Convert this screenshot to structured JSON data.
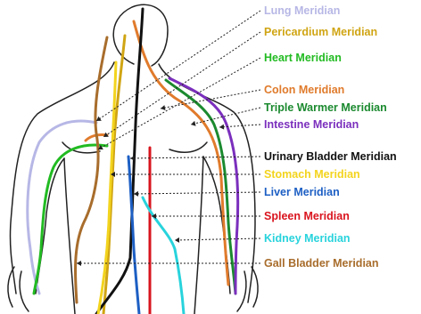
{
  "meridians": [
    {
      "label": "Lung Meridian",
      "color": "#b7b7e6"
    },
    {
      "label": "Pericardium Meridian",
      "color": "#d0a514"
    },
    {
      "label": "Heart Meridian",
      "color": "#22bb22"
    },
    {
      "label": "Colon Meridian",
      "color": "#e07b2c"
    },
    {
      "label": "Triple Warmer Meridian",
      "color": "#1b8a2f"
    },
    {
      "label": "Intestine Meridian",
      "color": "#7b2fbd"
    },
    {
      "label": "Urinary Bladder Meridian",
      "color": "#111111"
    },
    {
      "label": "Stomach Meridian",
      "color": "#f3d41e"
    },
    {
      "label": "Liver Meridian",
      "color": "#1d5fc4"
    },
    {
      "label": "Spleen Meridian",
      "color": "#d9141e"
    },
    {
      "label": "Kidney Meridian",
      "color": "#28d3dc"
    },
    {
      "label": "Gall Bladder Meridian",
      "color": "#a86d2c"
    }
  ]
}
